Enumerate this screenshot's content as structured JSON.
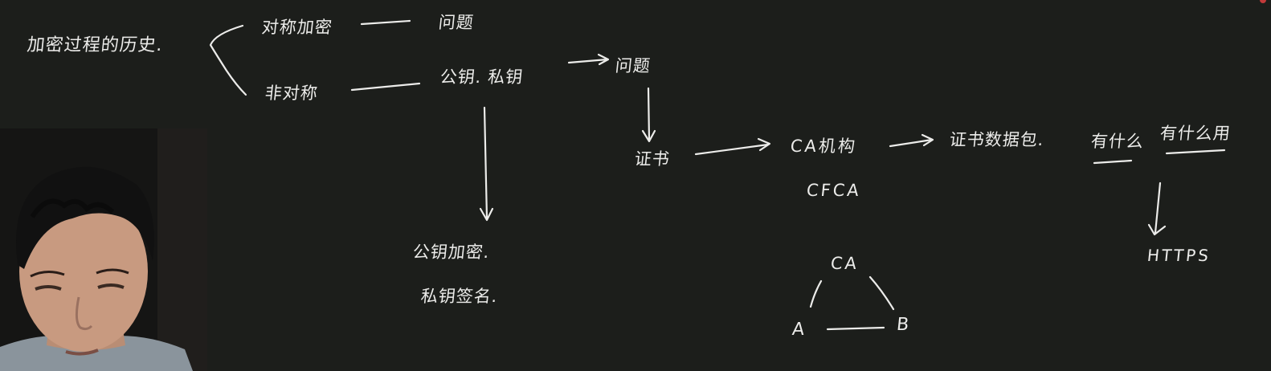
{
  "board": {
    "title": "加密过程的历史.",
    "symmetric_label": "对称加密",
    "symmetric_issue": "问题",
    "asymmetric_label": "非对称",
    "key_pair": "公钥. 私钥",
    "asymmetric_issue": "问题",
    "pubkey_encrypt": "公钥加密.",
    "privkey_sign": "私钥签名.",
    "certificate": "证书",
    "ca_org": "CA机构",
    "cfca": "CFCA",
    "cert_content": "证书数据包.",
    "what_has": "有什么",
    "what_use": "有什么用",
    "https": "HTTPS",
    "node_ca": "CA",
    "node_a": "A",
    "node_b": "B"
  },
  "colors": {
    "background": "#1c1e1b",
    "ink": "#ececea"
  }
}
